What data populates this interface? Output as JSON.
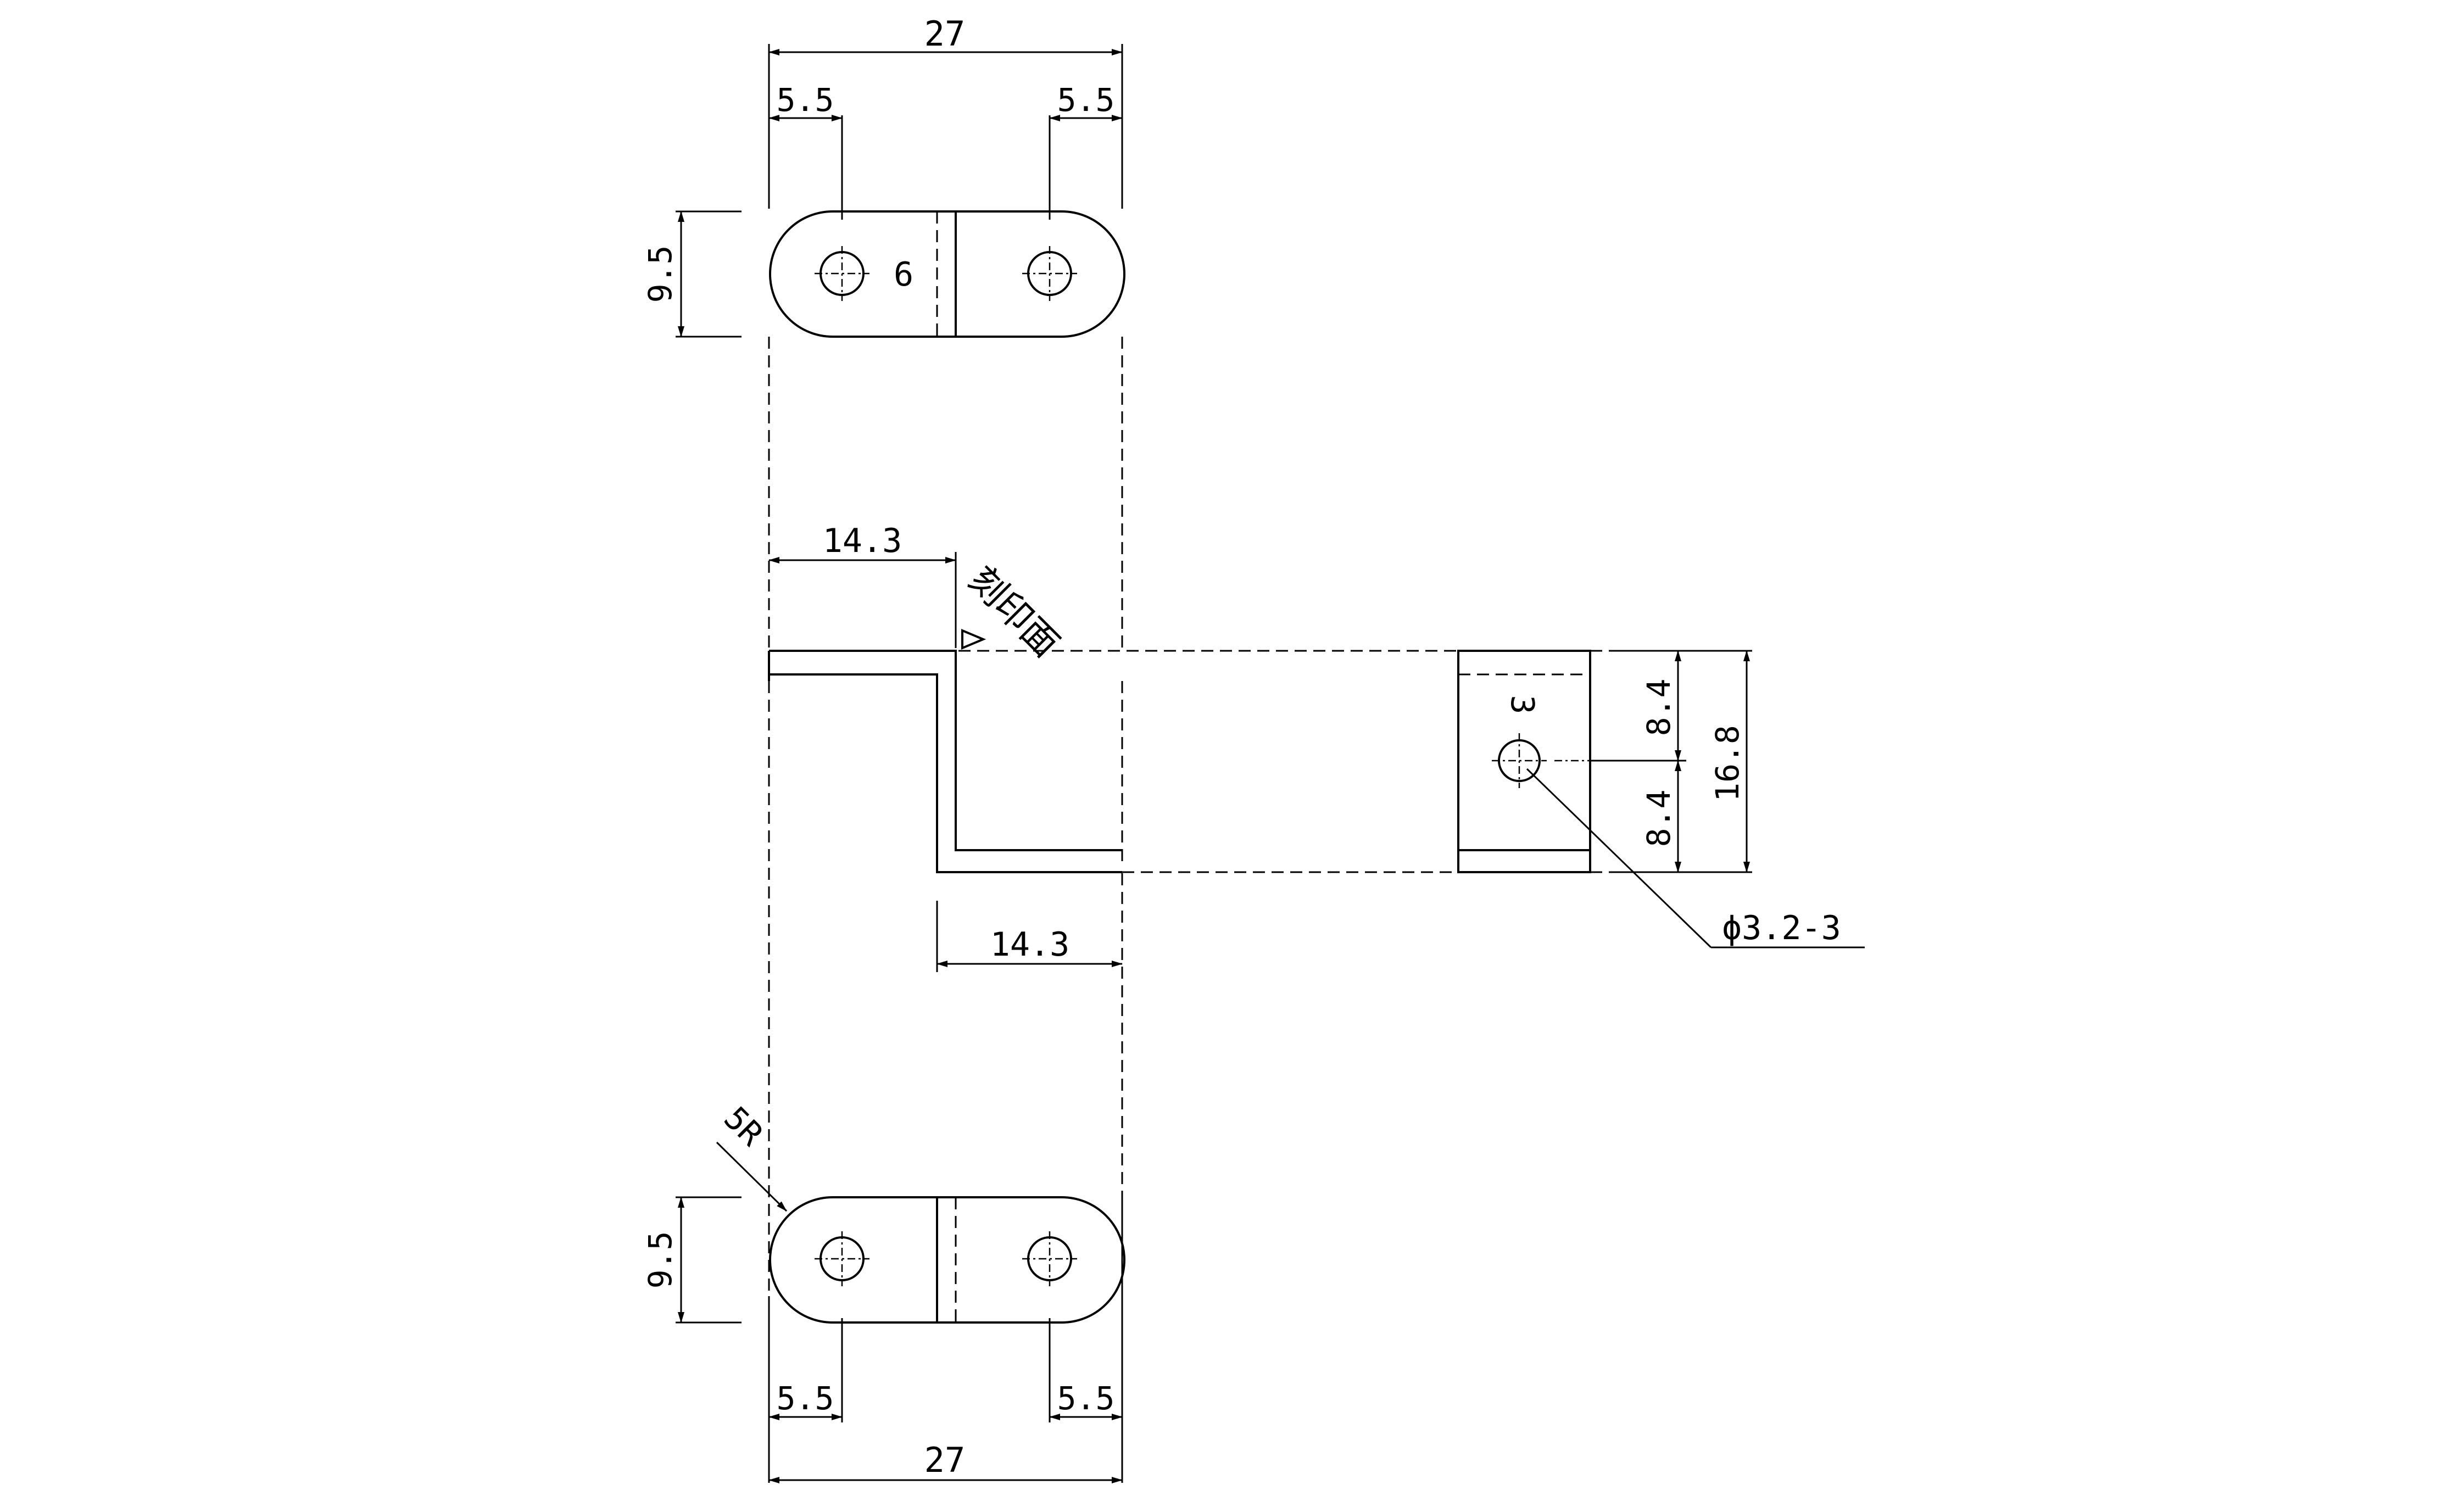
{
  "dimensions": {
    "top_width": "27",
    "top_left_offset": "5.5",
    "top_right_offset": "5.5",
    "top_height": "9.5",
    "top_hole_spacing": "6",
    "side_left_length": "14.3",
    "side_right_length": "14.3",
    "stamp_face": "刻印面",
    "end_half_upper": "8.4",
    "end_half_lower": "8.4",
    "end_height": "16.8",
    "end_thickness": "3",
    "hole_spec": "ϕ3.2-3",
    "bottom_radius": "5R",
    "bottom_height": "9.5",
    "bottom_left_offset": "5.5",
    "bottom_right_offset": "5.5",
    "bottom_width": "27"
  }
}
